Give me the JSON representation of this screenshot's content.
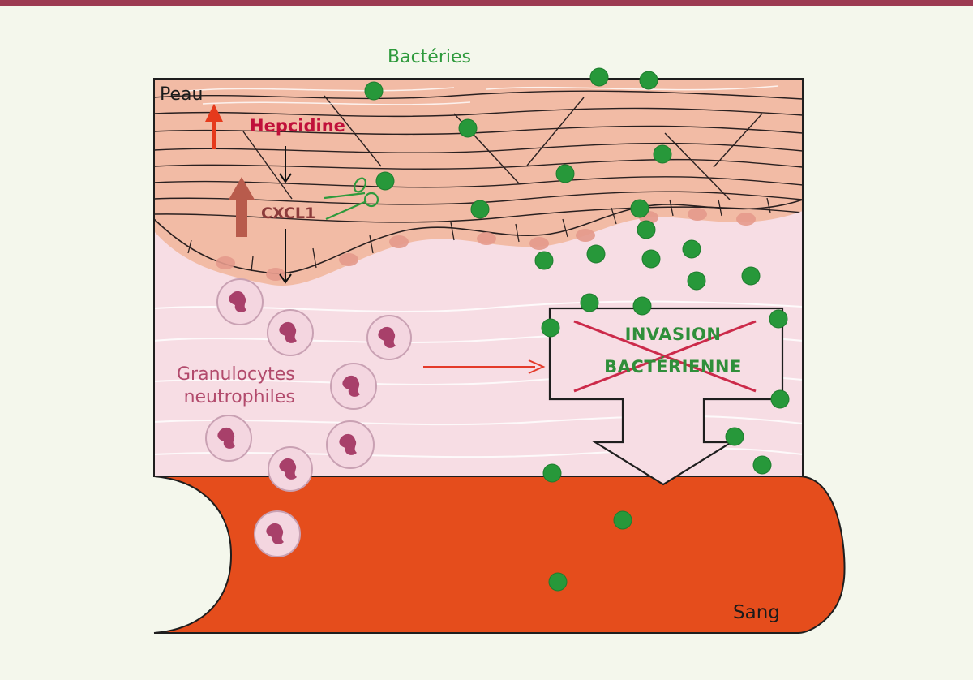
{
  "labels": {
    "bacteria": "Bactéries",
    "skin": "Peau",
    "hepcidin": "Hepcidine",
    "cxcl1": "CXCL1",
    "neutrophils_line1": "Granulocytes",
    "neutrophils_line2": "neutrophiles",
    "blood": "Sang",
    "invasion_line1": "INVASION",
    "invasion_line2": "BACTÉRIENNE"
  },
  "colors": {
    "bacteria": "#27983a",
    "hepcidin_text": "#c0103a",
    "blood": "#e54d1c",
    "skin_tissue": "#f2bba5",
    "dermis": "#f7dde4",
    "neutrophil_nucleus": "#a8406a",
    "cross": "#cc2a4a",
    "top_border": "#9c3b52"
  },
  "icons": [
    "up-arrow-icon",
    "down-arrow-icon",
    "scissors-icon",
    "cross-icon",
    "right-arrow-icon"
  ]
}
